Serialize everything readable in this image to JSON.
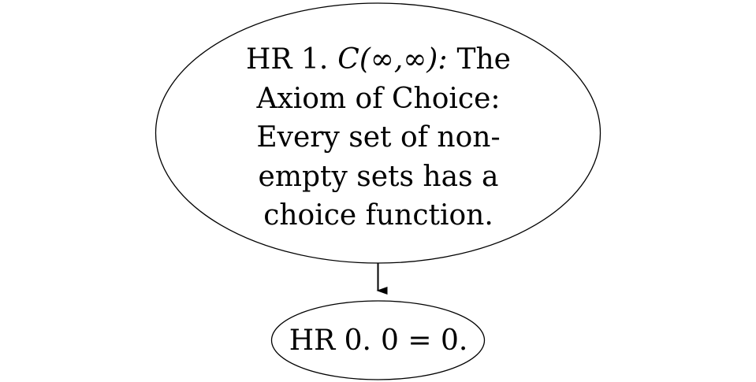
{
  "nodes": {
    "top": {
      "hr_label": "HR 1.",
      "math": "C(∞,∞):",
      "lines": [
        "The",
        "Axiom of Choice:",
        "Every set of non-",
        "empty sets has a",
        "choice function."
      ]
    },
    "bottom": {
      "hr_label": "HR 0.",
      "statement": "0 = 0."
    }
  },
  "edges": [
    {
      "from": "top",
      "to": "bottom"
    }
  ]
}
